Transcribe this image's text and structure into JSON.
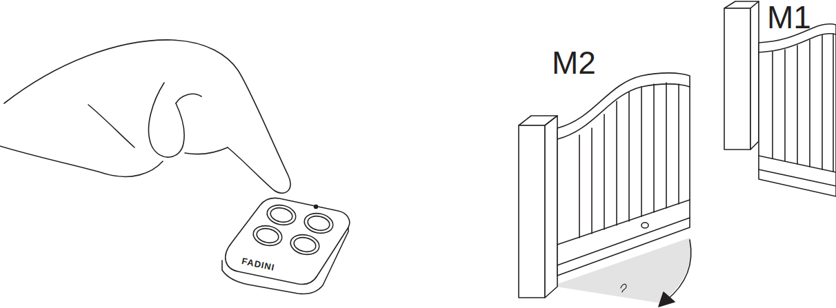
{
  "diagram": {
    "labels": [
      "FADINI",
      "M2",
      "M1"
    ]
  }
}
